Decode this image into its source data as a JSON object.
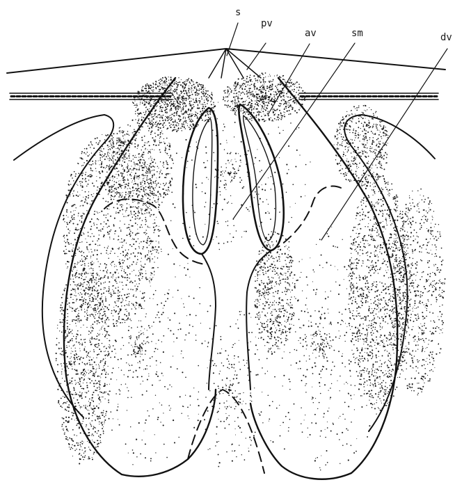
{
  "figure": {
    "labels": [
      {
        "id": "s",
        "text": "s"
      },
      {
        "id": "pv",
        "text": "pv"
      },
      {
        "id": "av",
        "text": "av"
      },
      {
        "id": "sm",
        "text": "sm"
      },
      {
        "id": "dv",
        "text": "dv"
      }
    ],
    "colors": {
      "ink": "#111111",
      "stipple": "#1a1a1a",
      "background": "#ffffff"
    }
  }
}
